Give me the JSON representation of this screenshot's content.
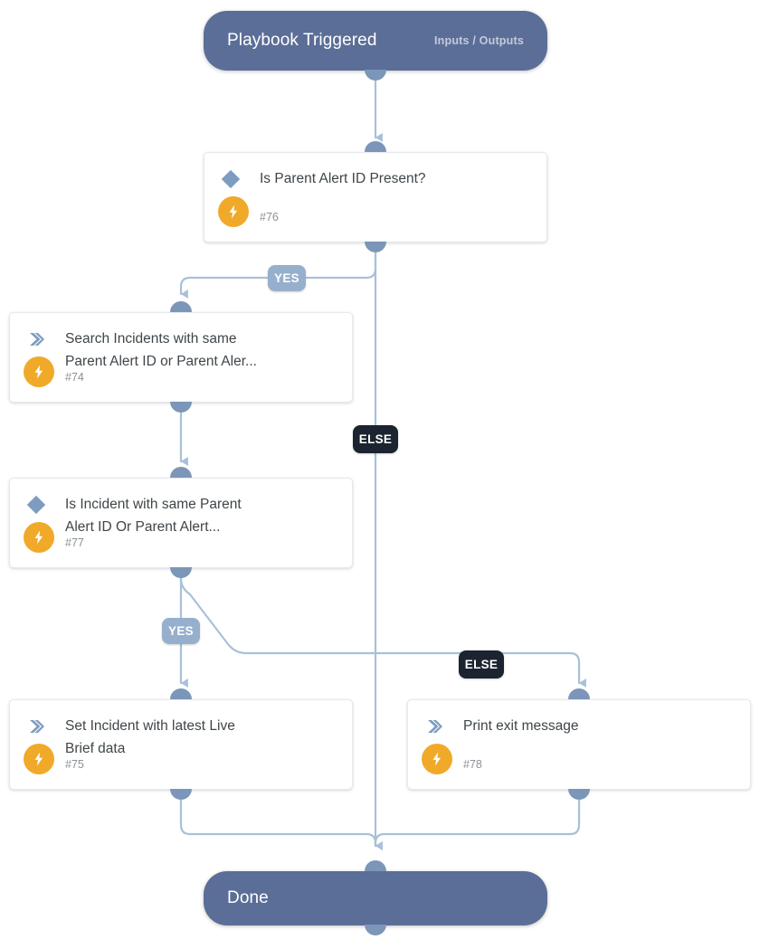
{
  "diagram": {
    "kind": "playbook-workflow",
    "colors": {
      "terminal_bg": "#5b6e97",
      "edge": "#a9c0d8",
      "handle": "#7b96b8",
      "bolt_badge": "#f0a929",
      "yes_label_bg": "#96afcd",
      "else_label_bg": "#1b2430",
      "card_text": "#3f4549",
      "card_number": "#8b9196",
      "canvas_bg": "#ffffff"
    },
    "start": {
      "title": "Playbook Triggered",
      "meta": "Inputs / Outputs"
    },
    "end": {
      "title": "Done"
    },
    "nodes": [
      {
        "id": "n76",
        "type": "condition",
        "icon": "diamond-icon",
        "label": "Is Parent Alert ID Present?",
        "number": "#76",
        "badge": "bolt-icon"
      },
      {
        "id": "n74",
        "type": "action",
        "icon": "double-chevron-icon",
        "label": "Search Incidents with same\nParent Alert ID or Parent Aler...",
        "number": "#74",
        "badge": "bolt-icon"
      },
      {
        "id": "n77",
        "type": "condition",
        "icon": "diamond-icon",
        "label": "Is Incident with same Parent\nAlert ID Or Parent Alert...",
        "number": "#77",
        "badge": "bolt-icon"
      },
      {
        "id": "n75",
        "type": "action",
        "icon": "double-chevron-icon",
        "label": "Set Incident with latest Live\nBrief data",
        "number": "#75",
        "badge": "bolt-icon"
      },
      {
        "id": "n78",
        "type": "action",
        "icon": "double-chevron-icon",
        "label": "Print exit message",
        "number": "#78",
        "badge": "bolt-icon"
      }
    ],
    "edge_labels": [
      {
        "id": "e1",
        "text": "YES",
        "style": "yes"
      },
      {
        "id": "e2",
        "text": "ELSE",
        "style": "else"
      },
      {
        "id": "e3",
        "text": "YES",
        "style": "yes"
      },
      {
        "id": "e4",
        "text": "ELSE",
        "style": "else"
      }
    ]
  }
}
